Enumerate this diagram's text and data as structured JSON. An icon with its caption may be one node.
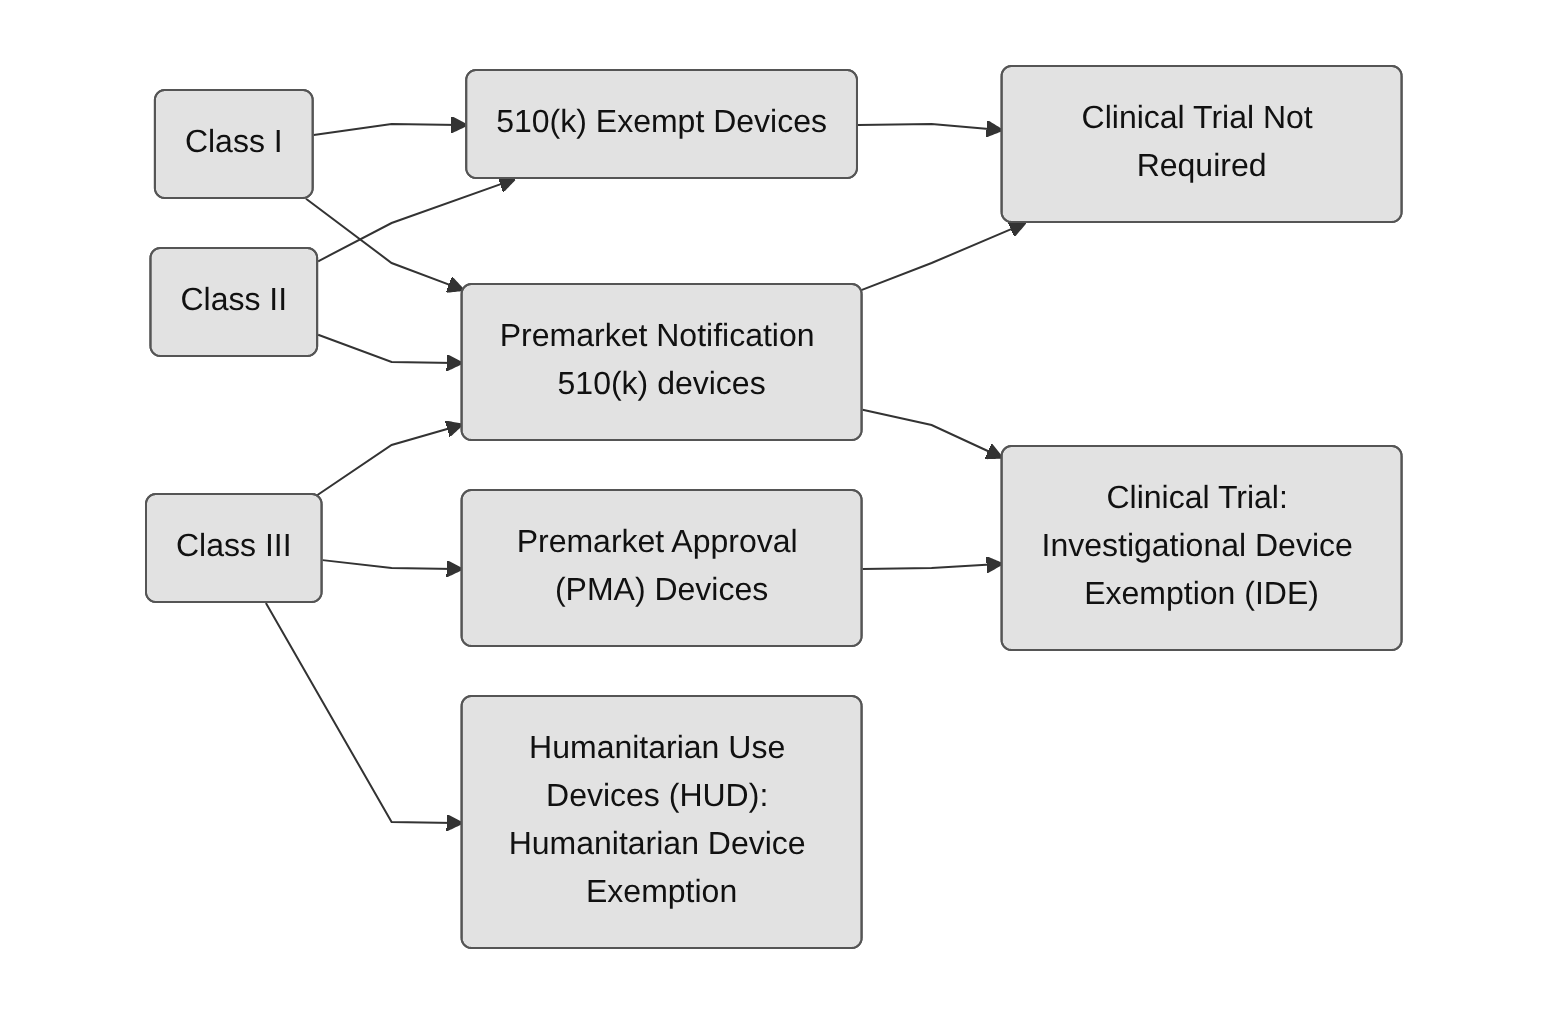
{
  "diagram": {
    "nodes": [
      {
        "text": [
          "Class I"
        ]
      },
      {
        "text": [
          "Class II"
        ]
      },
      {
        "text": [
          "Class III"
        ]
      },
      {
        "text": [
          "510(k) Exempt Devices"
        ]
      },
      {
        "text": [
          "Premarket Notification 510(k) devices"
        ]
      },
      {
        "text": [
          "Premarket Approval (PMA) Devices"
        ]
      },
      {
        "text": [
          "Humanitarian Use Devices (HUD): Humanitarian Device Exemption"
        ]
      },
      {
        "text": [
          "Clinical Trial Not Required"
        ]
      },
      {
        "text": [
          "Clinical Trial: Investigational Device Exemption (IDE)"
        ]
      }
    ],
    "edges": [
      {
        "from": 0,
        "to": 3,
        "arrow": "to"
      },
      {
        "from": 0,
        "to": 4,
        "arrow": "to"
      },
      {
        "from": 1,
        "to": 3,
        "arrow": "to"
      },
      {
        "from": 1,
        "to": 4,
        "arrow": "to"
      },
      {
        "from": 2,
        "to": 4,
        "arrow": "to"
      },
      {
        "from": 2,
        "to": 5,
        "arrow": "to"
      },
      {
        "from": 2,
        "to": 6,
        "arrow": "to"
      },
      {
        "from": 3,
        "to": 7,
        "arrow": "to"
      },
      {
        "from": 4,
        "to": 7,
        "arrow": "to"
      },
      {
        "from": 4,
        "to": 8,
        "arrow": "to"
      },
      {
        "from": 5,
        "to": 8,
        "arrow": "to"
      }
    ]
  }
}
